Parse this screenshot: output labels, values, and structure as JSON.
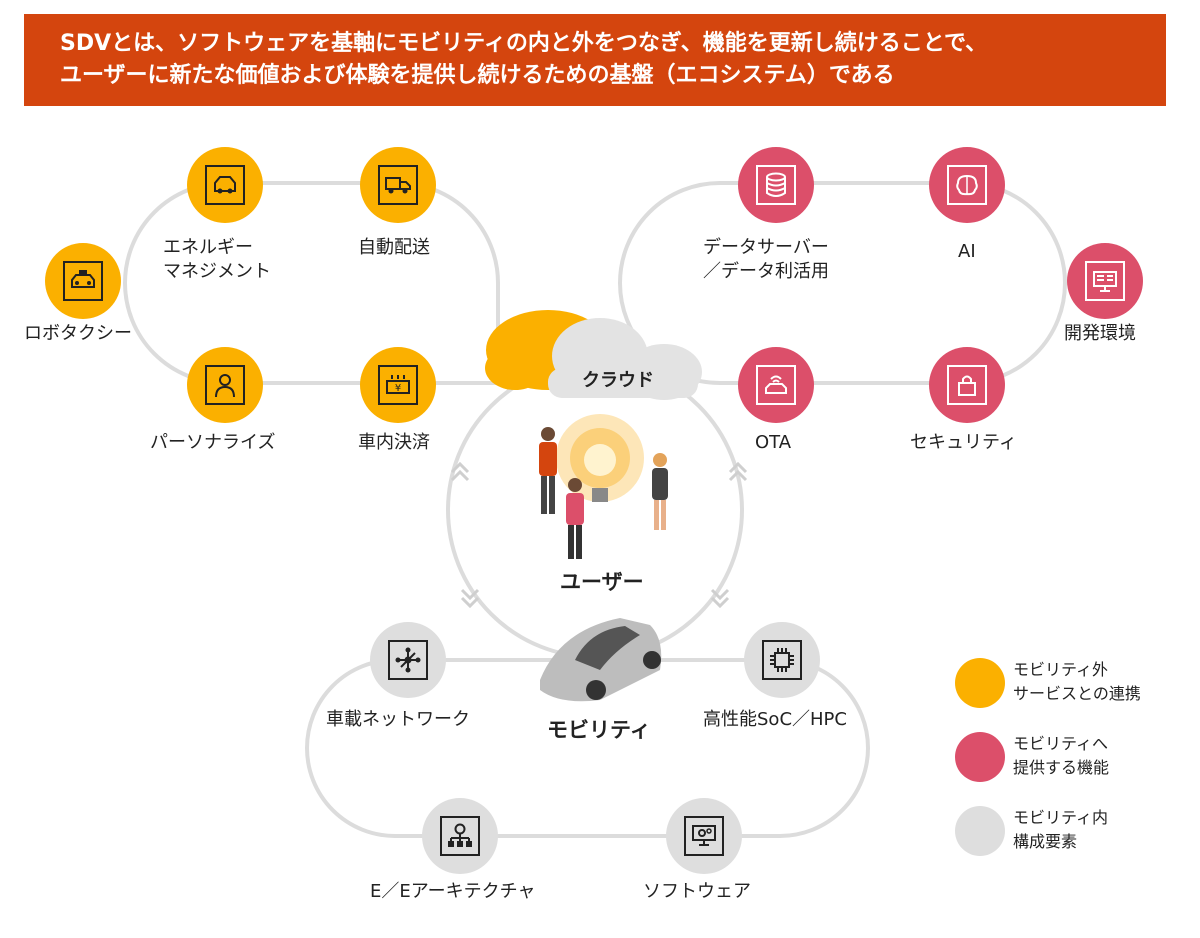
{
  "header": {
    "line1": "SDVとは、ソフトウェアを基軸にモビリティの内と外をつなぎ、機能を更新し続けることで、",
    "line2": "ユーザーに新たな価値および体験を提供し続けるための基盤（エコシステム）である"
  },
  "colors": {
    "banner": "#d4450e",
    "external_service": "#fbb000",
    "provided_function": "#dc4f6a",
    "internal_component": "#dedede"
  },
  "external_services": {
    "energy_management": "エネルギー\nマネジメント",
    "auto_delivery": "自動配送",
    "robotaxi": "ロボタクシー",
    "personalize": "パーソナライズ",
    "in_car_payment": "車内決済"
  },
  "provided_functions": {
    "data_server": "データサーバー\n／データ利活用",
    "ai": "AI",
    "dev_env": "開発環境",
    "ota": "OTA",
    "security": "セキュリティ"
  },
  "internal_components": {
    "vehicle_network": "車載ネットワーク",
    "high_perf_soc": "高性能SoC／HPC",
    "ee_architecture": "E／Eアーキテクチャ",
    "software": "ソフトウェア"
  },
  "center": {
    "cloud": "クラウド",
    "user": "ユーザー",
    "mobility": "モビリティ"
  },
  "legend": [
    {
      "label": "モビリティ外\nサービスとの連携",
      "color": "#fbb000"
    },
    {
      "label": "モビリティへ\n提供する機能",
      "color": "#dc4f6a"
    },
    {
      "label": "モビリティ内\n構成要素",
      "color": "#dedede"
    }
  ]
}
